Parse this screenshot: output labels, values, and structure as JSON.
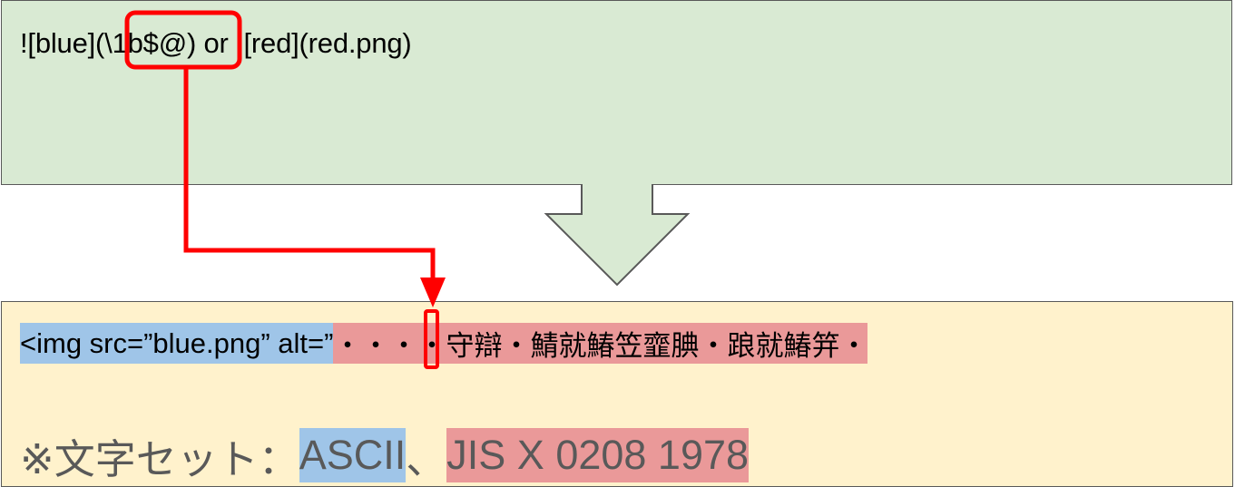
{
  "input": {
    "pre": "![blue](",
    "escape": "\\1b$@",
    "post": ") or ![red](red.png)"
  },
  "output": {
    "html_part": "<img src=”blue.png” alt=”",
    "garbled_part": "・・・・守辯・鯖就鰆笠韲腆・踉就鰆笄・"
  },
  "charset": {
    "prefix": "※文字セット：",
    "ascii": "ASCII",
    "separator": "、",
    "jis": "JIS X 0208 1978"
  },
  "colors": {
    "input_bg": "#d9ead3",
    "output_bg": "#fff2cc",
    "highlight_ascii": "#9fc5e8",
    "highlight_jis": "#ea9999",
    "annotation_red": "#ff0000",
    "border": "#595959"
  }
}
